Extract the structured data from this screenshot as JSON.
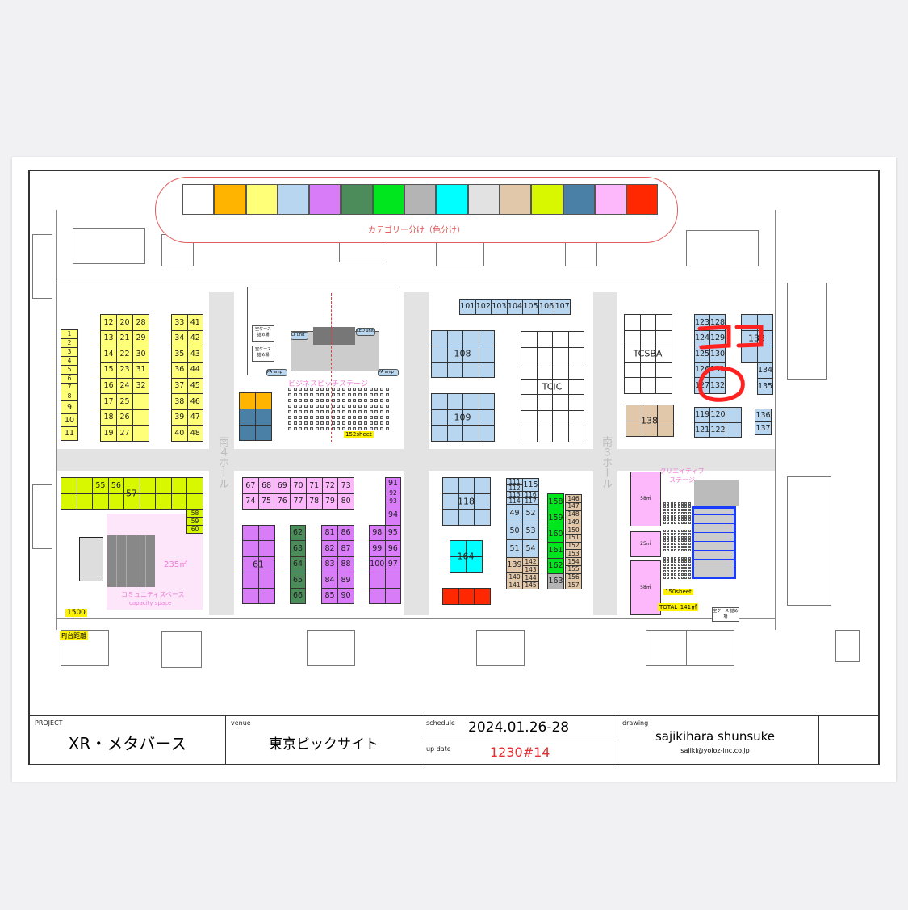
{
  "legend": {
    "colors": [
      "#ffffff",
      "#ffb400",
      "#ffff78",
      "#b8d6f0",
      "#d87cf8",
      "#4b8c5a",
      "#00e61e",
      "#b4b4b4",
      "#00ffff",
      "#e2e2e2",
      "#e2c8aa",
      "#d8f800",
      "#4a7fa6",
      "#fcb8fa",
      "#ff2800"
    ],
    "caption": "カテゴリー分け（色分け）"
  },
  "booths": {
    "c1_11": {
      "cells": [
        "1",
        "2",
        "3",
        "4",
        "5",
        "6",
        "7",
        "8",
        "9",
        "10",
        "11"
      ],
      "color": "#ffff78"
    },
    "b12_32": {
      "cells": [
        "12",
        "20",
        "28",
        "13",
        "21",
        "29",
        "14",
        "22",
        "30",
        "15",
        "23",
        "31",
        "16",
        "24",
        "32",
        "17",
        "25",
        "",
        "18",
        "26",
        "",
        "19",
        "27",
        ""
      ],
      "color": "#ffff78"
    },
    "b33_48": {
      "cells": [
        "33",
        "41",
        "34",
        "42",
        "35",
        "43",
        "36",
        "44",
        "37",
        "45",
        "38",
        "46",
        "39",
        "47",
        "40",
        "48"
      ],
      "color": "#ffff78"
    },
    "b55_57": {
      "cells": [
        "",
        "",
        "55",
        "56",
        "",
        "",
        "",
        "",
        "",
        "",
        "",
        "",
        "",
        "",
        "",
        "",
        "",
        ""
      ],
      "label": "57",
      "color": "#d8f800"
    },
    "b58_60": {
      "cells": [
        "58",
        "59",
        "60"
      ],
      "color": "#d8f800"
    },
    "b67_80": {
      "cells": [
        "67",
        "68",
        "69",
        "70",
        "71",
        "72",
        "73",
        "74",
        "75",
        "76",
        "77",
        "78",
        "79",
        "80"
      ],
      "color": "#fcb8fa"
    },
    "b61": {
      "cells": [
        "",
        "",
        "",
        "",
        "",
        "",
        "",
        "",
        "",
        ""
      ],
      "label": "61",
      "color": "#d87cf8"
    },
    "b62_66": {
      "cells": [
        "62",
        "63",
        "64",
        "65",
        "66"
      ],
      "color": "#4b8c5a"
    },
    "b81_90": {
      "cells": [
        "81",
        "86",
        "82",
        "87",
        "83",
        "88",
        "84",
        "89",
        "85",
        "90"
      ],
      "color": "#d87cf8"
    },
    "b91_94": {
      "cells": [
        "91",
        "92",
        "93",
        "94"
      ],
      "color": "#d87cf8"
    },
    "b95_100": {
      "cells": [
        "98",
        "95",
        "99",
        "96",
        "100",
        "97",
        "",
        "",
        "",
        ""
      ],
      "color": "#d87cf8"
    },
    "b_orange": {
      "cells": [
        "",
        ""
      ],
      "color": "#ffb400"
    },
    "b_steel": {
      "cells": [
        "",
        "",
        "",
        ""
      ],
      "color": "#4a7fa6"
    },
    "b101_107": {
      "cells": [
        "101",
        "102",
        "103",
        "104",
        "105",
        "106",
        "107"
      ],
      "color": "#b8d6f0"
    },
    "b108": {
      "cells": [
        "",
        "",
        "",
        "",
        "",
        "",
        "",
        "",
        "",
        "",
        "",
        ""
      ],
      "label": "108",
      "color": "#b8d6f0"
    },
    "b109": {
      "cells": [
        "",
        "",
        "",
        "",
        "",
        "",
        "",
        "",
        "",
        "",
        "",
        ""
      ],
      "label": "109",
      "color": "#b8d6f0"
    },
    "tcic": {
      "cells": [
        "",
        "",
        "",
        "",
        "",
        "",
        "",
        "",
        "",
        "",
        "",
        "",
        "",
        "",
        "",
        "",
        "",
        "",
        "",
        "",
        "",
        "",
        "",
        "",
        "",
        "",
        "",
        ""
      ],
      "label": "TCIC",
      "color": "#ffffff"
    },
    "b118": {
      "cells": [
        "",
        "",
        "",
        "",
        "",
        "",
        "",
        "",
        ""
      ],
      "label": "118",
      "color": "#b8d6f0"
    },
    "b164": {
      "cells": [
        "",
        "",
        "",
        ""
      ],
      "label": "164",
      "color": "#00ffff"
    },
    "b_red": {
      "cells": [
        "",
        "",
        ""
      ],
      "color": "#ff2800"
    },
    "b111_l": {
      "cells": [
        "111",
        "112",
        "113",
        "114",
        "49",
        "50",
        "51"
      ],
      "color": "#b8d6f0"
    },
    "b115_r": {
      "cells": [
        "115",
        "116",
        "117",
        "52",
        "53",
        "54"
      ],
      "color": "#b8d6f0"
    },
    "b139_l": {
      "cells": [
        "139",
        "140",
        "141"
      ],
      "color": "#e2c8aa"
    },
    "b142_r": {
      "cells": [
        "142",
        "143",
        "144",
        "145"
      ],
      "color": "#e2c8aa"
    },
    "b158_162": {
      "cells": [
        "158",
        "159",
        "160",
        "161",
        "162"
      ],
      "color": "#00e61e"
    },
    "b163": {
      "cells": [
        "163"
      ],
      "color": "#b4b4b4"
    },
    "b146_157": {
      "cells": [
        "146",
        "147",
        "148",
        "149",
        "150",
        "151",
        "152",
        "153",
        "154",
        "155",
        "156",
        "157"
      ],
      "color": "#e2c8aa"
    },
    "tcsba": {
      "cells": [
        "",
        "",
        "",
        "",
        "",
        "",
        "",
        "",
        "",
        "",
        "",
        "",
        "",
        "",
        ""
      ],
      "label": "TCSBA",
      "color": "#ffffff"
    },
    "b138": {
      "cells": [
        "",
        "",
        "",
        "",
        "",
        ""
      ],
      "label": "138",
      "color": "#e2c8aa"
    },
    "b123_132": {
      "cells": [
        "123",
        "128",
        "124",
        "129",
        "125",
        "130",
        "126",
        "131",
        "127",
        "132"
      ],
      "color": "#b8d6f0"
    },
    "b133": {
      "cells": [
        "",
        "",
        "",
        "",
        "",
        ""
      ],
      "label": "133",
      "color": "#b8d6f0"
    },
    "b134_135": {
      "cells": [
        "134",
        "135"
      ],
      "color": "#b8d6f0"
    },
    "b119_122": {
      "cells": [
        "119",
        "120",
        "",
        "121",
        "122",
        ""
      ],
      "color": "#b8d6f0"
    },
    "b136_137": {
      "cells": [
        "136",
        "137"
      ],
      "color": "#b8d6f0"
    }
  },
  "areas": {
    "pitch_stage": "ビジネスピッチステージ",
    "pitch_seats": "152sheet",
    "pa_amp_left": "PA amp",
    "pa_amp_right": "PA amp",
    "lt_unit": "LT unit",
    "led_unit": "LED unit",
    "empty_case_1": "空ケース 詰め場",
    "empty_case_2": "空ケース 詰め場",
    "empty_case_3": "空ケース 詰め場",
    "community_area": "235㎡",
    "community_name": "コミュニティスペース",
    "community_sub": "capacity space",
    "dim_1500": "1500",
    "pj_distance": "PJ台距離",
    "creative_stage": "クリエイティブステージ",
    "creative_seats": "150sheet",
    "creative_total": "TOTAL_141㎡",
    "area_58a": "58㎡",
    "area_25": "25㎡",
    "area_58b": "58㎡",
    "hall_4": "南４ホール",
    "hall_3": "南３ホール"
  },
  "annotation": {
    "text": "ココ",
    "color": "#ff2020"
  },
  "title_block": {
    "project_label": "PROJECT",
    "project": "XR・メタバース",
    "venue_label": "venue",
    "venue": "東京ビックサイト",
    "schedule_label": "schedule",
    "schedule": "2024.01.26-28",
    "update_label": "up date",
    "update": "1230#14",
    "drawing_label": "drawing",
    "drawing": "sajikihara shunsuke",
    "email": "sajiki@yoloz-inc.co.jp"
  }
}
